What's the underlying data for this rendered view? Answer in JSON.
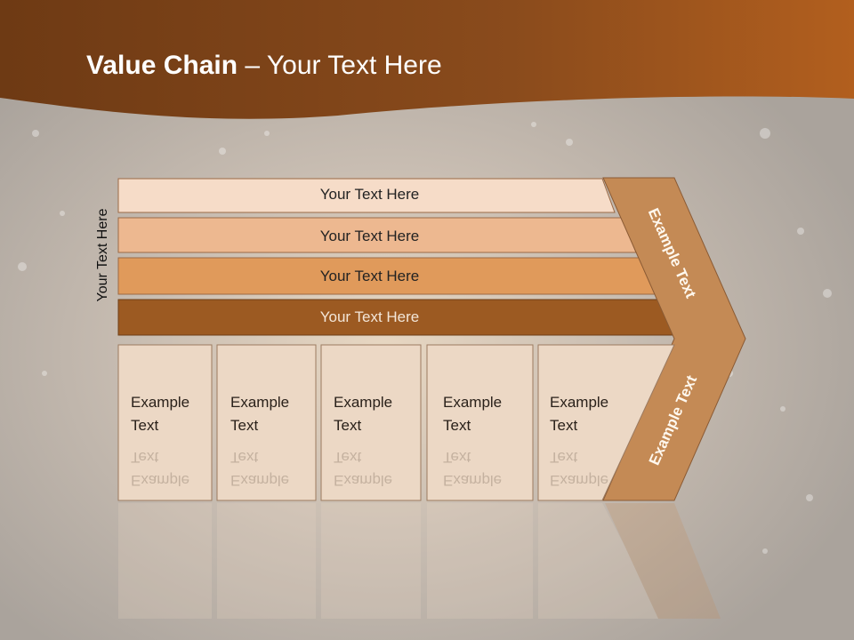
{
  "slide": {
    "title_bold": "Value Chain",
    "title_rest": " – Your Text Here",
    "vertical_label": "Your Text Here"
  },
  "rows": [
    {
      "label": "Your Text Here",
      "color": "#f6dcc8"
    },
    {
      "label": "Your Text Here",
      "color": "#edb890"
    },
    {
      "label": "Your Text Here",
      "color": "#e09a5b"
    },
    {
      "label": "Your Text Here",
      "color": "#9c5a22"
    }
  ],
  "boxes": [
    {
      "line1": "Example",
      "line2": "Text"
    },
    {
      "line1": "Example",
      "line2": "Text"
    },
    {
      "line1": "Example",
      "line2": "Text"
    },
    {
      "line1": "Example",
      "line2": "Text"
    },
    {
      "line1": "Example",
      "line2": "Text"
    }
  ],
  "chevron": {
    "upper_text": "Example Text",
    "lower_text": "Example Text",
    "color": "#c48a55"
  },
  "colors": {
    "header": "#8a4b1c",
    "box_fill": "#ecd8c5"
  }
}
